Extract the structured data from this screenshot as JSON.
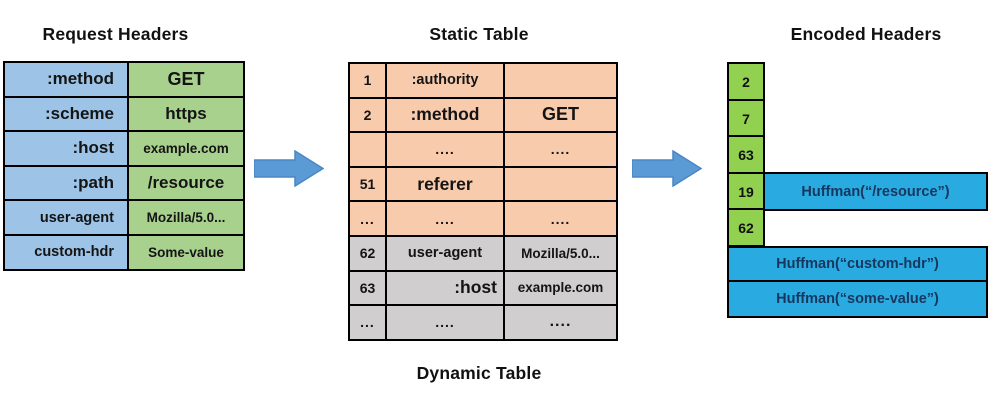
{
  "diagram": {
    "request_headers": {
      "title": "Request Headers",
      "rows": [
        {
          "name": ":method",
          "value": "GET"
        },
        {
          "name": ":scheme",
          "value": "https"
        },
        {
          "name": ":host",
          "value": "example.com"
        },
        {
          "name": ":path",
          "value": "/resource"
        },
        {
          "name": "user-agent",
          "value": "Mozilla/5.0..."
        },
        {
          "name": "custom-hdr",
          "value": "Some-value"
        }
      ]
    },
    "lookup_table": {
      "title": "Static Table",
      "bottom_title": "Dynamic Table",
      "rows": [
        {
          "index": "1",
          "name": ":authority",
          "value": "",
          "section": "static"
        },
        {
          "index": "2",
          "name": ":method",
          "value": "GET",
          "section": "static"
        },
        {
          "index": "",
          "name": "....",
          "value": "....",
          "section": "static"
        },
        {
          "index": "51",
          "name": "referer",
          "value": "",
          "section": "static"
        },
        {
          "index": "...",
          "name": "....",
          "value": "....",
          "section": "static"
        },
        {
          "index": "62",
          "name": "user-agent",
          "value": "Mozilla/5.0...",
          "section": "dynamic"
        },
        {
          "index": "63",
          "name": ":host",
          "value": "example.com",
          "section": "dynamic"
        },
        {
          "index": "...",
          "name": "....",
          "value": "....",
          "section": "dynamic"
        }
      ]
    },
    "encoded_headers": {
      "title": "Encoded Headers",
      "index_cells": [
        "2",
        "7",
        "63",
        "19",
        "62"
      ],
      "resource_literal": "Huffman(“/resource”)",
      "literal_bars": [
        "Huffman(“custom-hdr”)",
        "Huffman(“some-value”)"
      ]
    },
    "colors": {
      "request_name_bg": "#9DC3E6",
      "request_value_bg": "#A9D18E",
      "static_row_bg": "#F8CBAD",
      "dynamic_row_bg": "#D0CECE",
      "encoded_index_bg": "#92D050",
      "encoded_literal_bg": "#29ABE2",
      "arrow_fill": "#5B9BD5"
    }
  }
}
